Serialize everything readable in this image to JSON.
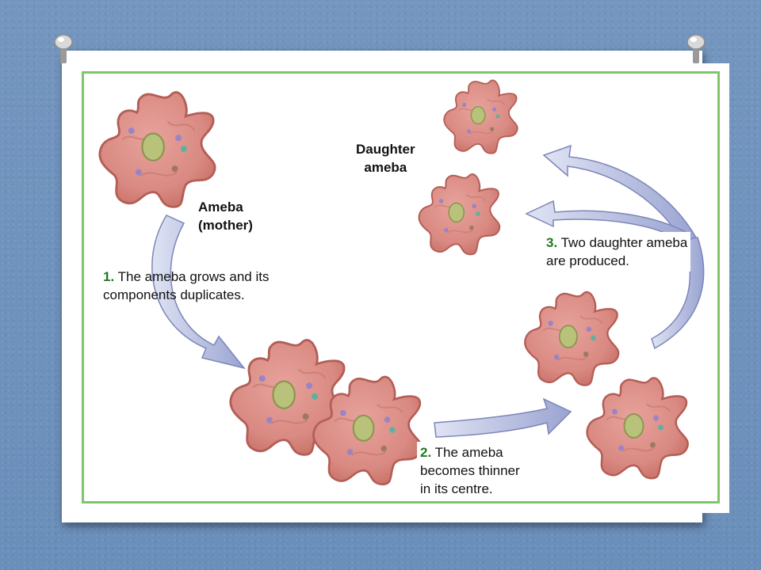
{
  "labels": {
    "mother_line1": "Ameba",
    "mother_line2": "(mother)",
    "daughter_line1": "Daughter",
    "daughter_line2": "ameba"
  },
  "steps": [
    {
      "number": "1.",
      "lines": [
        "The ameba grows and its",
        "components duplicates."
      ]
    },
    {
      "number": "2.",
      "lines": [
        "The ameba",
        "becomes thinner",
        "in its centre."
      ]
    },
    {
      "number": "3.",
      "lines": [
        "Two daughter ameba",
        "are produced."
      ]
    }
  ],
  "colors": {
    "background": "#6f93bd",
    "frame": "#7fc56a",
    "step_number": "#1d7a1d",
    "ameba_body": "#d98a82",
    "nucleus": "#b9c27a",
    "arrow": "#a9b2d9"
  }
}
